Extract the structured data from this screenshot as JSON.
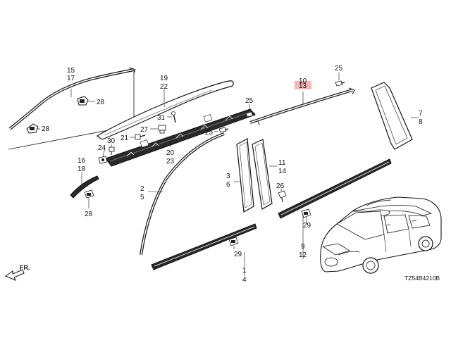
{
  "callouts": {
    "c15": "15",
    "c17": "17",
    "c28a": "28",
    "c28b": "28",
    "c19": "19",
    "c22": "22",
    "c10": "10",
    "c13": "13",
    "c25a": "25",
    "c25b": "25",
    "c25c": "25",
    "c31": "31",
    "c27": "27",
    "c21": "21",
    "c30": "30",
    "c24": "24",
    "c20": "20",
    "c23": "23",
    "c16": "16",
    "c18": "18",
    "c28c": "28",
    "c2": "2",
    "c5": "5",
    "c3": "3",
    "c6": "6",
    "c11": "11",
    "c14": "14",
    "c26": "26",
    "c7": "7",
    "c8": "8",
    "c29a": "29",
    "c29b": "29",
    "c9": "9",
    "c12": "12",
    "c1": "1",
    "c4": "4"
  },
  "direction_label": "FR.",
  "diagram_code": "TZ54B4210B",
  "highlight_color": "#f4b8b8"
}
